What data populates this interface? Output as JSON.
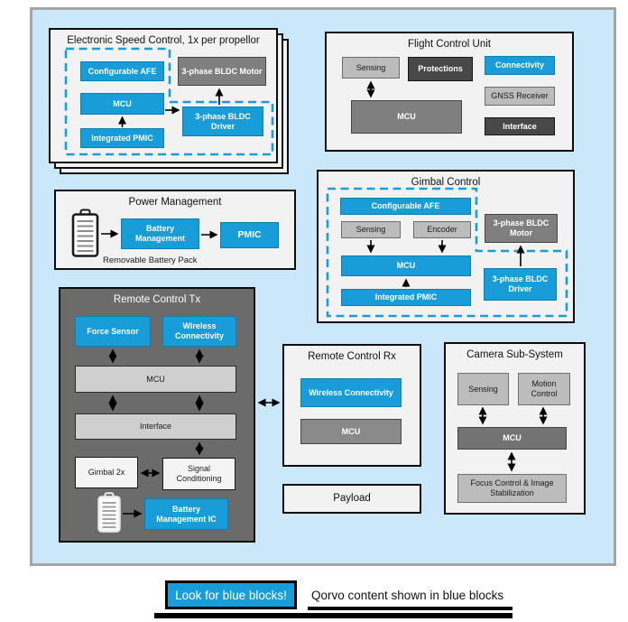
{
  "colors": {
    "qorvo_blue": "#199dd9",
    "panel_bg": "#cbe8fa",
    "section_bg": "#f2f2f2",
    "dark_gray": "#484848",
    "mid_gray": "#7f7f7f",
    "light_gray": "#bcbcbc"
  },
  "icons": {
    "battery_pack": "battery-icon",
    "battery_tx": "battery-icon"
  },
  "esc": {
    "title": "Electronic Speed Control, 1x per propellor",
    "afe": "Configurable AFE",
    "mcu": "MCU",
    "pmic": "Integrated PMIC",
    "motor": "3-phase BLDC Motor",
    "driver": "3-phase BLDC Driver"
  },
  "fcu": {
    "title": "Flight Control Unit",
    "sensing": "Sensing",
    "protections": "Protections",
    "connectivity": "Connectivity",
    "mcu": "MCU",
    "gnss": "GNSS Receiver",
    "interface": "Interface"
  },
  "power": {
    "title": "Power Management",
    "battery_mgmt": "Battery Management",
    "pmic": "PMIC",
    "caption": "Removable Battery Pack"
  },
  "gimbal": {
    "title": "Gimbal Control",
    "afe": "Configurable AFE",
    "sensing": "Sensing",
    "encoder": "Encoder",
    "mcu": "MCU",
    "pmic": "Integrated PMIC",
    "motor": "3-phase BLDC Motor",
    "driver": "3-phase BLDC Driver"
  },
  "rctx": {
    "title": "Remote Control Tx",
    "force_sensor": "Force Sensor",
    "wireless": "Wireless Connectivity",
    "mcu": "MCU",
    "interface": "Interface",
    "gimbal2x": "Gimbal 2x",
    "signal": "Signal Conditioning",
    "battery_ic": "Battery Management IC"
  },
  "rcrx": {
    "title": "Remote Control Rx",
    "wireless": "Wireless Connectivity",
    "mcu": "MCU"
  },
  "payload": {
    "title": "Payload"
  },
  "camera": {
    "title": "Camera Sub-System",
    "sensing": "Sensing",
    "motion": "Motion Control",
    "mcu": "MCU",
    "focus": "Focus Control & Image Stabilization"
  },
  "footer": {
    "badge": "Look for blue blocks!",
    "note": "Qorvo content shown in blue blocks"
  }
}
